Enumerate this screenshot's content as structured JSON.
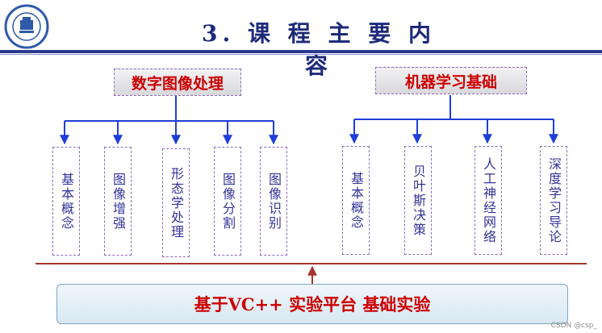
{
  "slide": {
    "title": "3. 课 程 主 要 内 容",
    "watermark": "CSDN @csp_"
  },
  "groups": [
    {
      "label": "数字图像处理",
      "items": [
        "基本概念",
        "图像增强",
        "形态学处理",
        "图像分割",
        "图像识别"
      ]
    },
    {
      "label": "机器学习基础",
      "items": [
        "基本概念",
        "贝叶斯决策",
        "人工神经网络",
        "深度学习导论"
      ]
    }
  ],
  "foundation": {
    "label": "基于VC++ 实验平台 基础实验"
  },
  "colors": {
    "title": "#1d2a7a",
    "header_text": "#cc0000",
    "leaf_text": "#333399",
    "connector": "#1f3fd8",
    "foundation_line": "#a83232"
  }
}
